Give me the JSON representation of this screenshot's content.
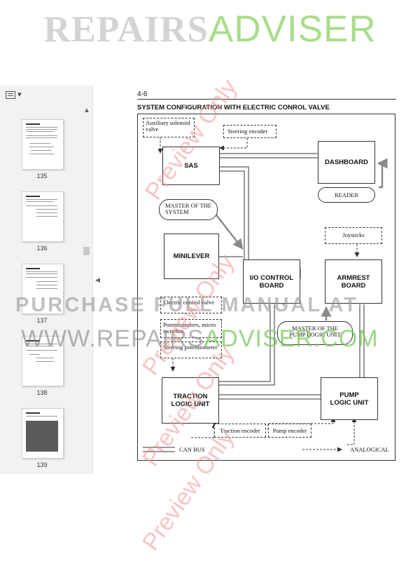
{
  "logo": {
    "part1": "REPAIRS",
    "part2": "ADVISER"
  },
  "sidebar": {
    "thumbnails": [
      {
        "page": "135"
      },
      {
        "page": "136"
      },
      {
        "page": "137"
      },
      {
        "page": "138"
      },
      {
        "page": "139"
      }
    ]
  },
  "document": {
    "section": "4-6",
    "title": "SYSTEM CONFIGURATION WITH ELECTRIC CONROL VALVE",
    "blocks": {
      "sas": "SAS",
      "dashboard": "DASHBOARD",
      "minilever": "MINILEVER",
      "io_control": "I/O CONTROL BOARD",
      "armrest": "ARMREST BOARD",
      "traction": "TRACTION LOGIC UNIT",
      "pump": "PUMP LOGIC UNIT"
    },
    "labels": {
      "aux_valve": "Auxiliary solenoid valve",
      "steering_encoder": "Steering encoder",
      "reader": "READER",
      "master_system": "MASTER OF THE SYSTEM",
      "joysticks": "Joysticks",
      "electric_valve": "Electric control valve",
      "potentiometers": "Potentiometers, micro switches",
      "steering_pot": "Steering potentiometer",
      "master_pump": "MASTER OF THE PUMP LOGIC UNIT",
      "traction_encoder": "Traction encoder",
      "pump_encoder": "Pump encoder"
    },
    "legend": {
      "can": "CAN BUS",
      "analog": "ANALOGICAL"
    }
  },
  "watermarks": {
    "purchase": "PURCHASE FULL MANUAL AT",
    "site_a": "WWW.REPAIRS",
    "site_b": "ADVISER.COM",
    "preview": "Preview Only"
  }
}
